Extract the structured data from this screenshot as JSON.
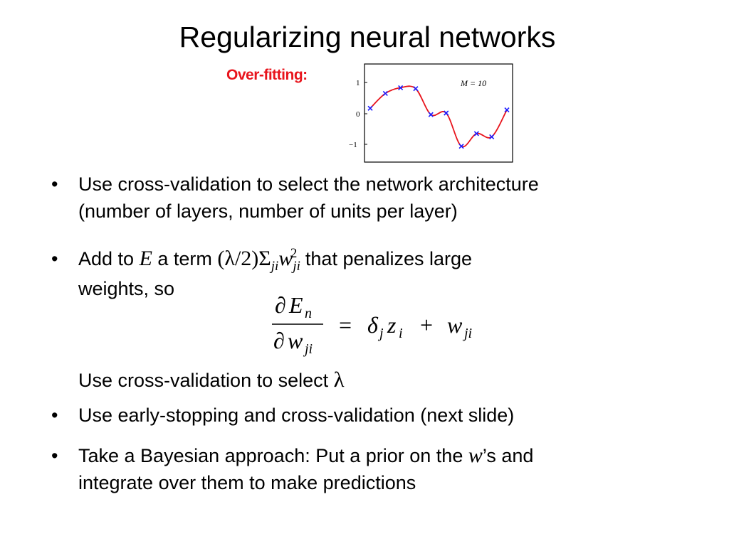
{
  "slide": {
    "title": "Regularizing neural networks",
    "overfit_label": "Over-fitting:",
    "plot_label": "M = 10",
    "plot_ticks": [
      "1",
      "0",
      "−1"
    ]
  },
  "bullets": {
    "b1_line1": "Use cross-validation to select the network architecture",
    "b1_line2": "(number of layers, number of units per layer)",
    "b2_add": "Add to ",
    "b2_E": "E",
    "b2_a_term": " a term ",
    "b2_lambda_frac": "(λ/2)",
    "b2_sigma": "Σ",
    "b2_sub_ji": "ji",
    "b2_w": "w",
    "b2_sub_ji2": "ji",
    "b2_sup_2": "2",
    "b2_rest": " that penalizes large",
    "b2_line2": "weights, so",
    "equation": {
      "partial": "∂",
      "E": "E",
      "n": "n",
      "w": "w",
      "ji": "ji",
      "equals": "=",
      "delta": "δ",
      "j": "j",
      "z": "z",
      "i": "i",
      "plus": "+",
      "w2": "w",
      "ji2": "ji"
    },
    "cv_text": "Use cross-validation to select ",
    "cv_lambda": "λ",
    "b3": "Use early-stopping and cross-validation (next slide)",
    "b4_pre": "Take a Bayesian approach: Put a prior on the ",
    "b4_w": "w",
    "b4_post": "’s and",
    "b4_line2": "integrate over them to make predictions",
    "bullet_glyph": "•"
  },
  "chart_data": {
    "type": "line",
    "x": [
      0,
      0.111,
      0.222,
      0.333,
      0.444,
      0.556,
      0.667,
      0.778,
      0.889,
      1.0
    ],
    "y": [
      0.35,
      0.82,
      1.0,
      0.97,
      0.15,
      0.2,
      -0.85,
      -0.45,
      -0.55,
      0.3
    ],
    "ylim": [
      -1.35,
      1.75
    ],
    "xlim": [
      0,
      1
    ],
    "series_colors": {
      "points": "#1a1aff",
      "curve": "#e8141c"
    }
  }
}
